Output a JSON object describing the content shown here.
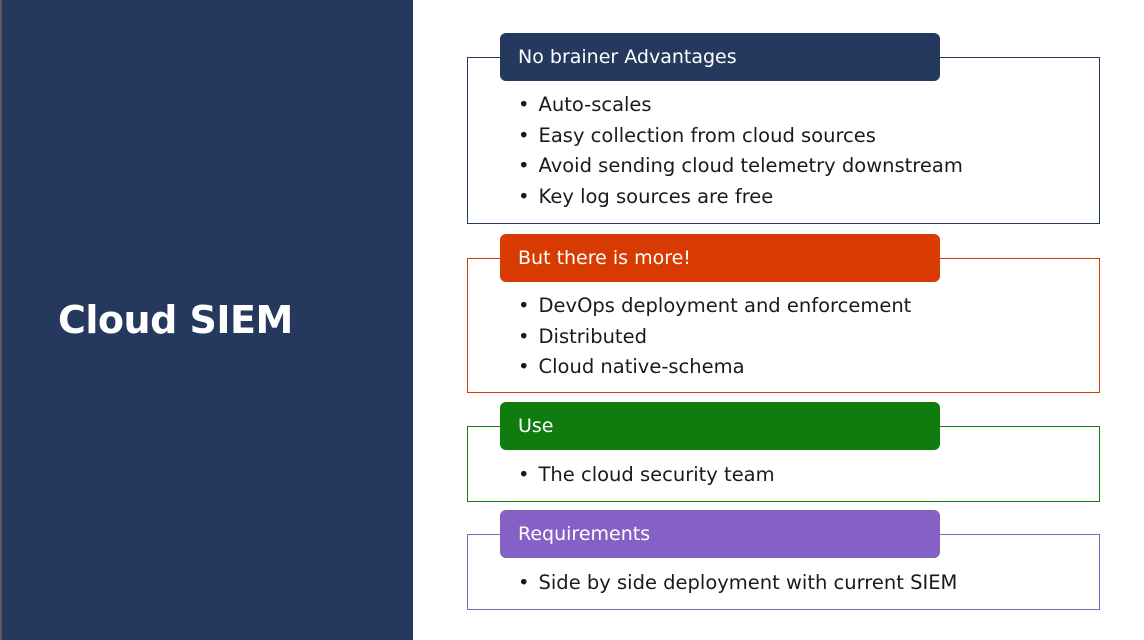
{
  "slide": {
    "title": "Cloud SIEM"
  },
  "sections": [
    {
      "header": "No brainer Advantages",
      "color": "#25395e",
      "bullets": [
        "Auto-scales",
        "Easy collection from cloud sources",
        "Avoid sending cloud telemetry downstream",
        "Key log sources are free"
      ]
    },
    {
      "header": "But there is more!",
      "color": "#d83b01",
      "bullets": [
        "DevOps deployment and enforcement",
        "Distributed",
        "Cloud native-schema"
      ]
    },
    {
      "header": "Use",
      "color": "#107c10",
      "bullets": [
        "The cloud security team"
      ]
    },
    {
      "header": "Requirements",
      "color": "#8661c5",
      "bullets": [
        "Side by side deployment with current SIEM"
      ]
    }
  ]
}
